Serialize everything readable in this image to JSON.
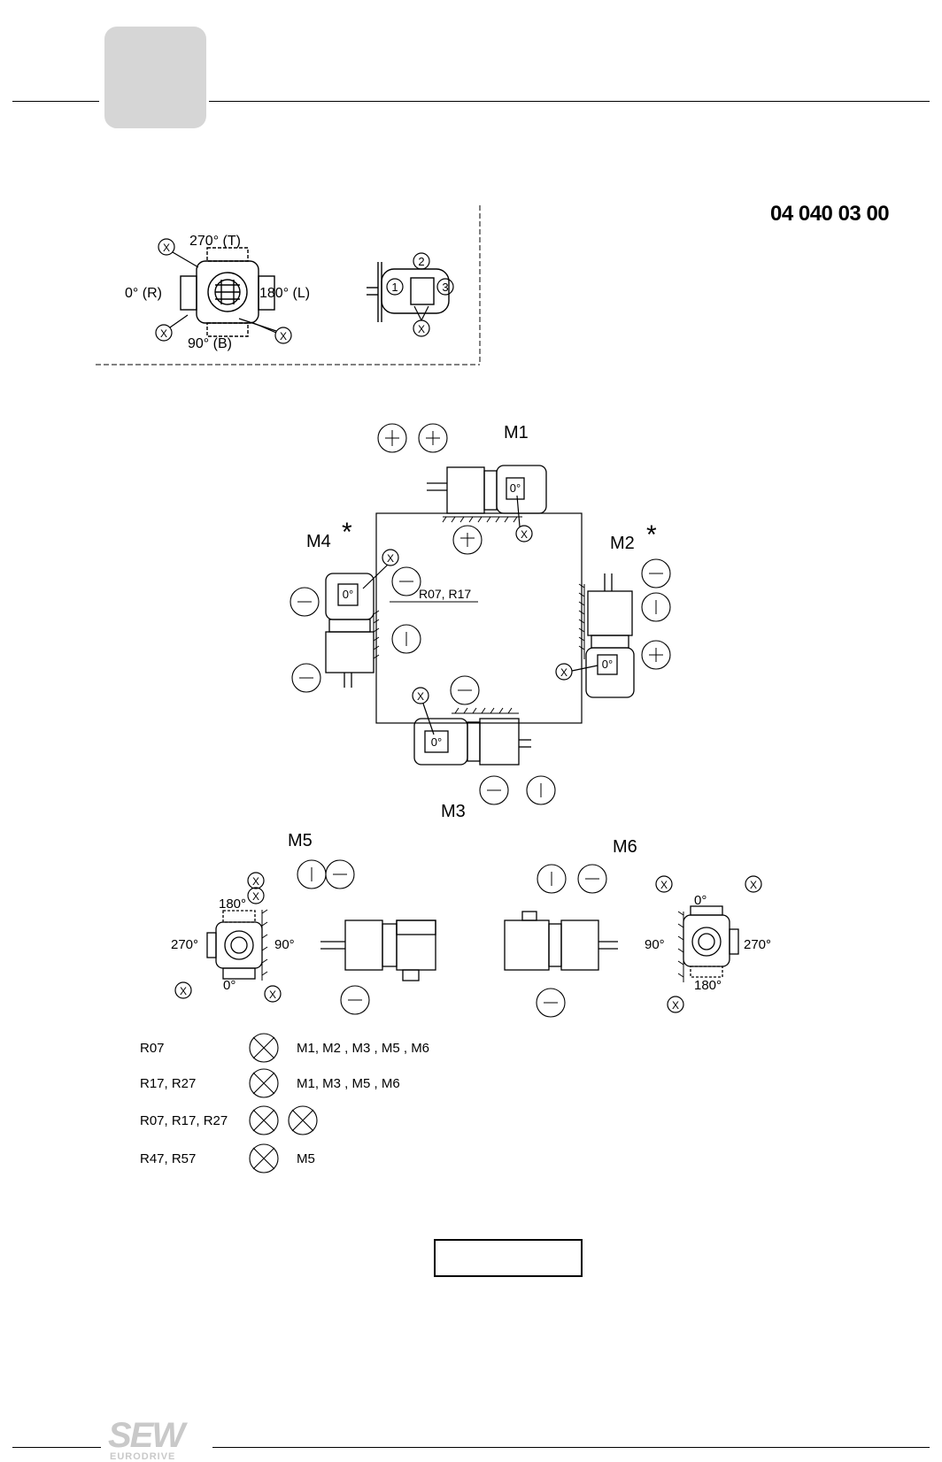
{
  "document_number": "04 040 03 00",
  "position_key": {
    "angles": {
      "top": "270° (T)",
      "left": "0° (R)",
      "right": "180° (L)",
      "bottom": "90° (B)"
    },
    "positions": [
      "1",
      "2",
      "3"
    ],
    "vent_marker": "X"
  },
  "mounting_positions": {
    "m1": "M1",
    "m2": "M2",
    "m3": "M3",
    "m4": "M4",
    "m5": "M5",
    "m6": "M6",
    "star": "*",
    "box_note": "R07, R17",
    "motor_label": "0°"
  },
  "m5_angles": {
    "top": "180°",
    "left": "270°",
    "right": "90°",
    "bottom": "0°"
  },
  "m6_angles": {
    "top": "0°",
    "left": "90°",
    "right": "270°",
    "bottom": "180°"
  },
  "legend": [
    {
      "codes": "R07",
      "positions": "M1, M2 , M3 , M5 , M6"
    },
    {
      "codes": "R17, R27",
      "positions": "M1, M3 , M5 , M6"
    },
    {
      "codes": "R07, R17, R27",
      "positions": ""
    },
    {
      "codes": "R47, R57",
      "positions": "M5"
    }
  ],
  "logo": {
    "main": "SEW",
    "sub": "EURODRIVE"
  }
}
